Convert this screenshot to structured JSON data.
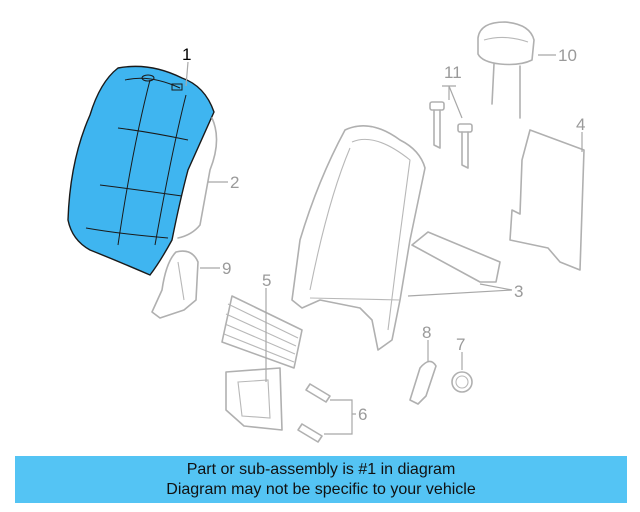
{
  "diagram": {
    "callouts": {
      "c1": "1",
      "c2": "2",
      "c3": "3",
      "c4": "4",
      "c5": "5",
      "c6": "6",
      "c7": "7",
      "c8": "8",
      "c9": "9",
      "c10": "10",
      "c11": "11"
    },
    "highlight_color": "#3fb5f0",
    "part_line_color": "#b0b0b0"
  },
  "caption": {
    "line1": "Part or sub-assembly is #1 in diagram",
    "line2": "Diagram may not be specific to your vehicle",
    "background": "#54c4f4"
  }
}
